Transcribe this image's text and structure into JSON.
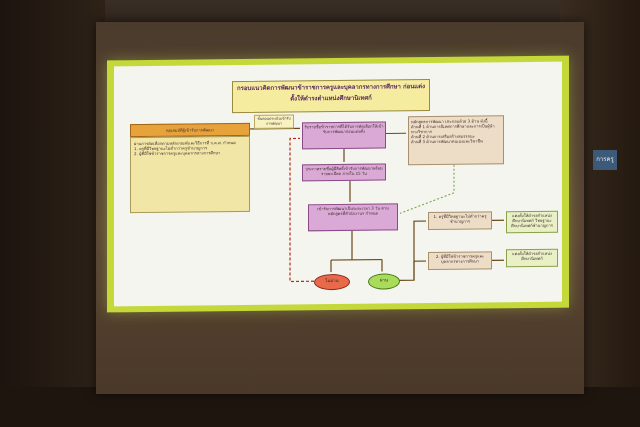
{
  "slide": {
    "title": "กรอบแนวคิดการพัฒนาข้าราชการครูและบุคลากรทางการศึกษา ก่อนแต่งตั้งให้ดำรงตำแหน่งศึกษานิเทศก์",
    "left_head": "คุณสมบัติผู้เข้ารับการพัฒนา",
    "left_lines": [
      "ผ่านการคัดเลือกตามหลักเกณฑ์และวิธีการที่ ก.ค.ศ. กำหนด",
      "1. ครูที่มีวิทยฐานะไม่ต่ำกว่าครูชำนาญการ",
      "2. ผู้ที่มีใช่ข้าราชการครูและบุคลากรทางการศึกษา"
    ],
    "small_label": "ขั้นตอนประเมินเข้ารับการพัฒนา",
    "purple_1": "รับรายชื่อข้าราชการที่ได้รับการคัดเลือกให้เข้ารับการพัฒนาก่อนแต่งตั้ง",
    "purple_2": "ประกาศรายชื่อผู้มีสิทธิ์เข้ารับการพัฒนาพร้อมรายละเอียด ภายใน 15 วัน",
    "purple_3": "เข้ารับการพัฒนาเป็นระยะเวลา 3 วัน ตามหลักสูตรที่สำนักงานฯ กำหนด",
    "beige_1_lines": [
      "หลักสูตรการพัฒนา ประกอบด้วย 3 ด้าน ดังนี้",
      "ด้านที่ 1 ด้านการนิเทศการศึกษาและการเป็นผู้นำทางวิชาการ",
      "ด้านที่ 2 ด้านการเสริมสร้างสมรรถนะ",
      "ด้านที่ 3 ด้านการพัฒนาตนเองและวิชาชีพ"
    ],
    "beige_2": "1. ครูที่มีวิทยฐานะไม่ต่ำกว่าครูชำนาญการ",
    "beige_3": "2. ผู้ที่มีใช่ข้าราชการครูและบุคลากรทางการศึกษา",
    "green_1": "แต่งตั้งให้ดำรงตำแหน่งศึกษานิเทศก์ วิทยฐานะศึกษานิเทศก์ชำนาญการ",
    "green_2": "แต่งตั้งให้ดำรงตำแหน่งศึกษานิเทศก์",
    "oval_no": "ไม่ผ่าน",
    "oval_yes": "ผ่าน"
  },
  "side_sign": "การครู",
  "colors": {
    "projection_border": "#c4d83a",
    "purple": "#dba9d6",
    "orange_head": "#e8a23a",
    "arrow_brown": "#6a4a1a",
    "arrow_red_dashed": "#b82a1a",
    "arrow_green_dotted": "#6aa03a"
  }
}
